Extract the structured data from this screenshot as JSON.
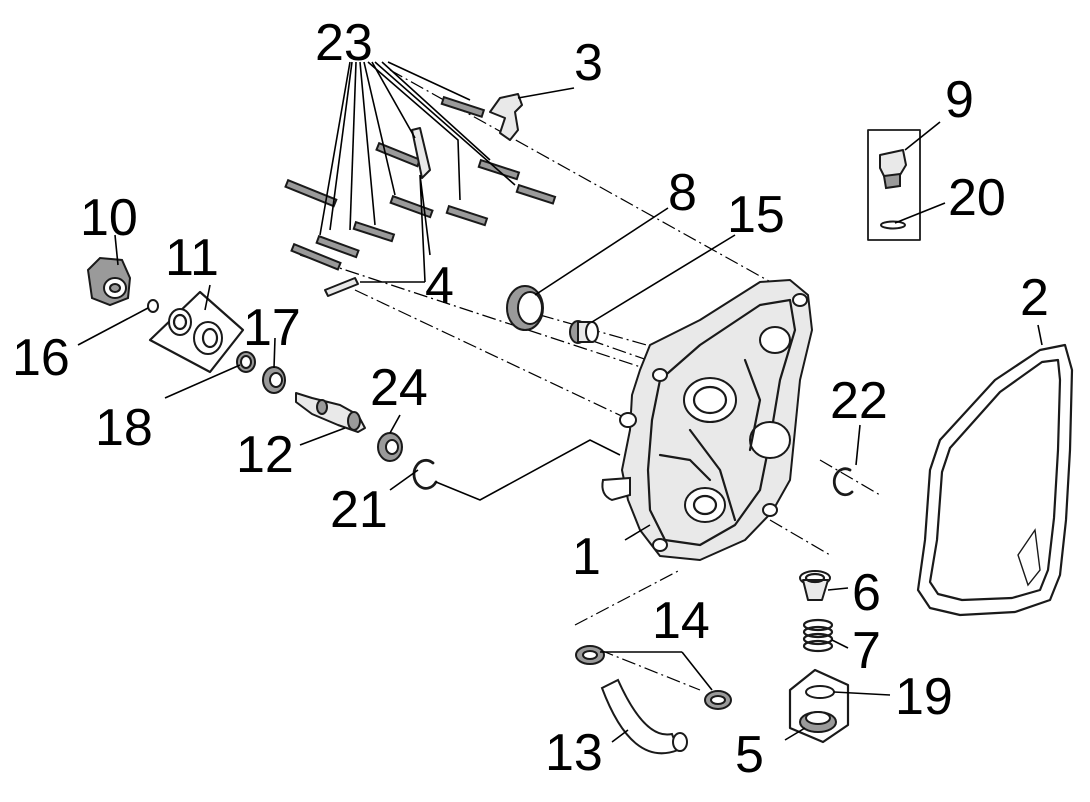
{
  "diagram": {
    "labels": {
      "l1": "1",
      "l2": "2",
      "l3": "3",
      "l4": "4",
      "l5": "5",
      "l6": "6",
      "l7": "7",
      "l8": "8",
      "l9": "9",
      "l10": "10",
      "l11": "11",
      "l12": "12",
      "l13": "13",
      "l14": "14",
      "l15": "15",
      "l16": "16",
      "l17": "17",
      "l18": "18",
      "l19": "19",
      "l20": "20",
      "l21": "21",
      "l22": "22",
      "l23": "23",
      "l24": "24"
    }
  }
}
